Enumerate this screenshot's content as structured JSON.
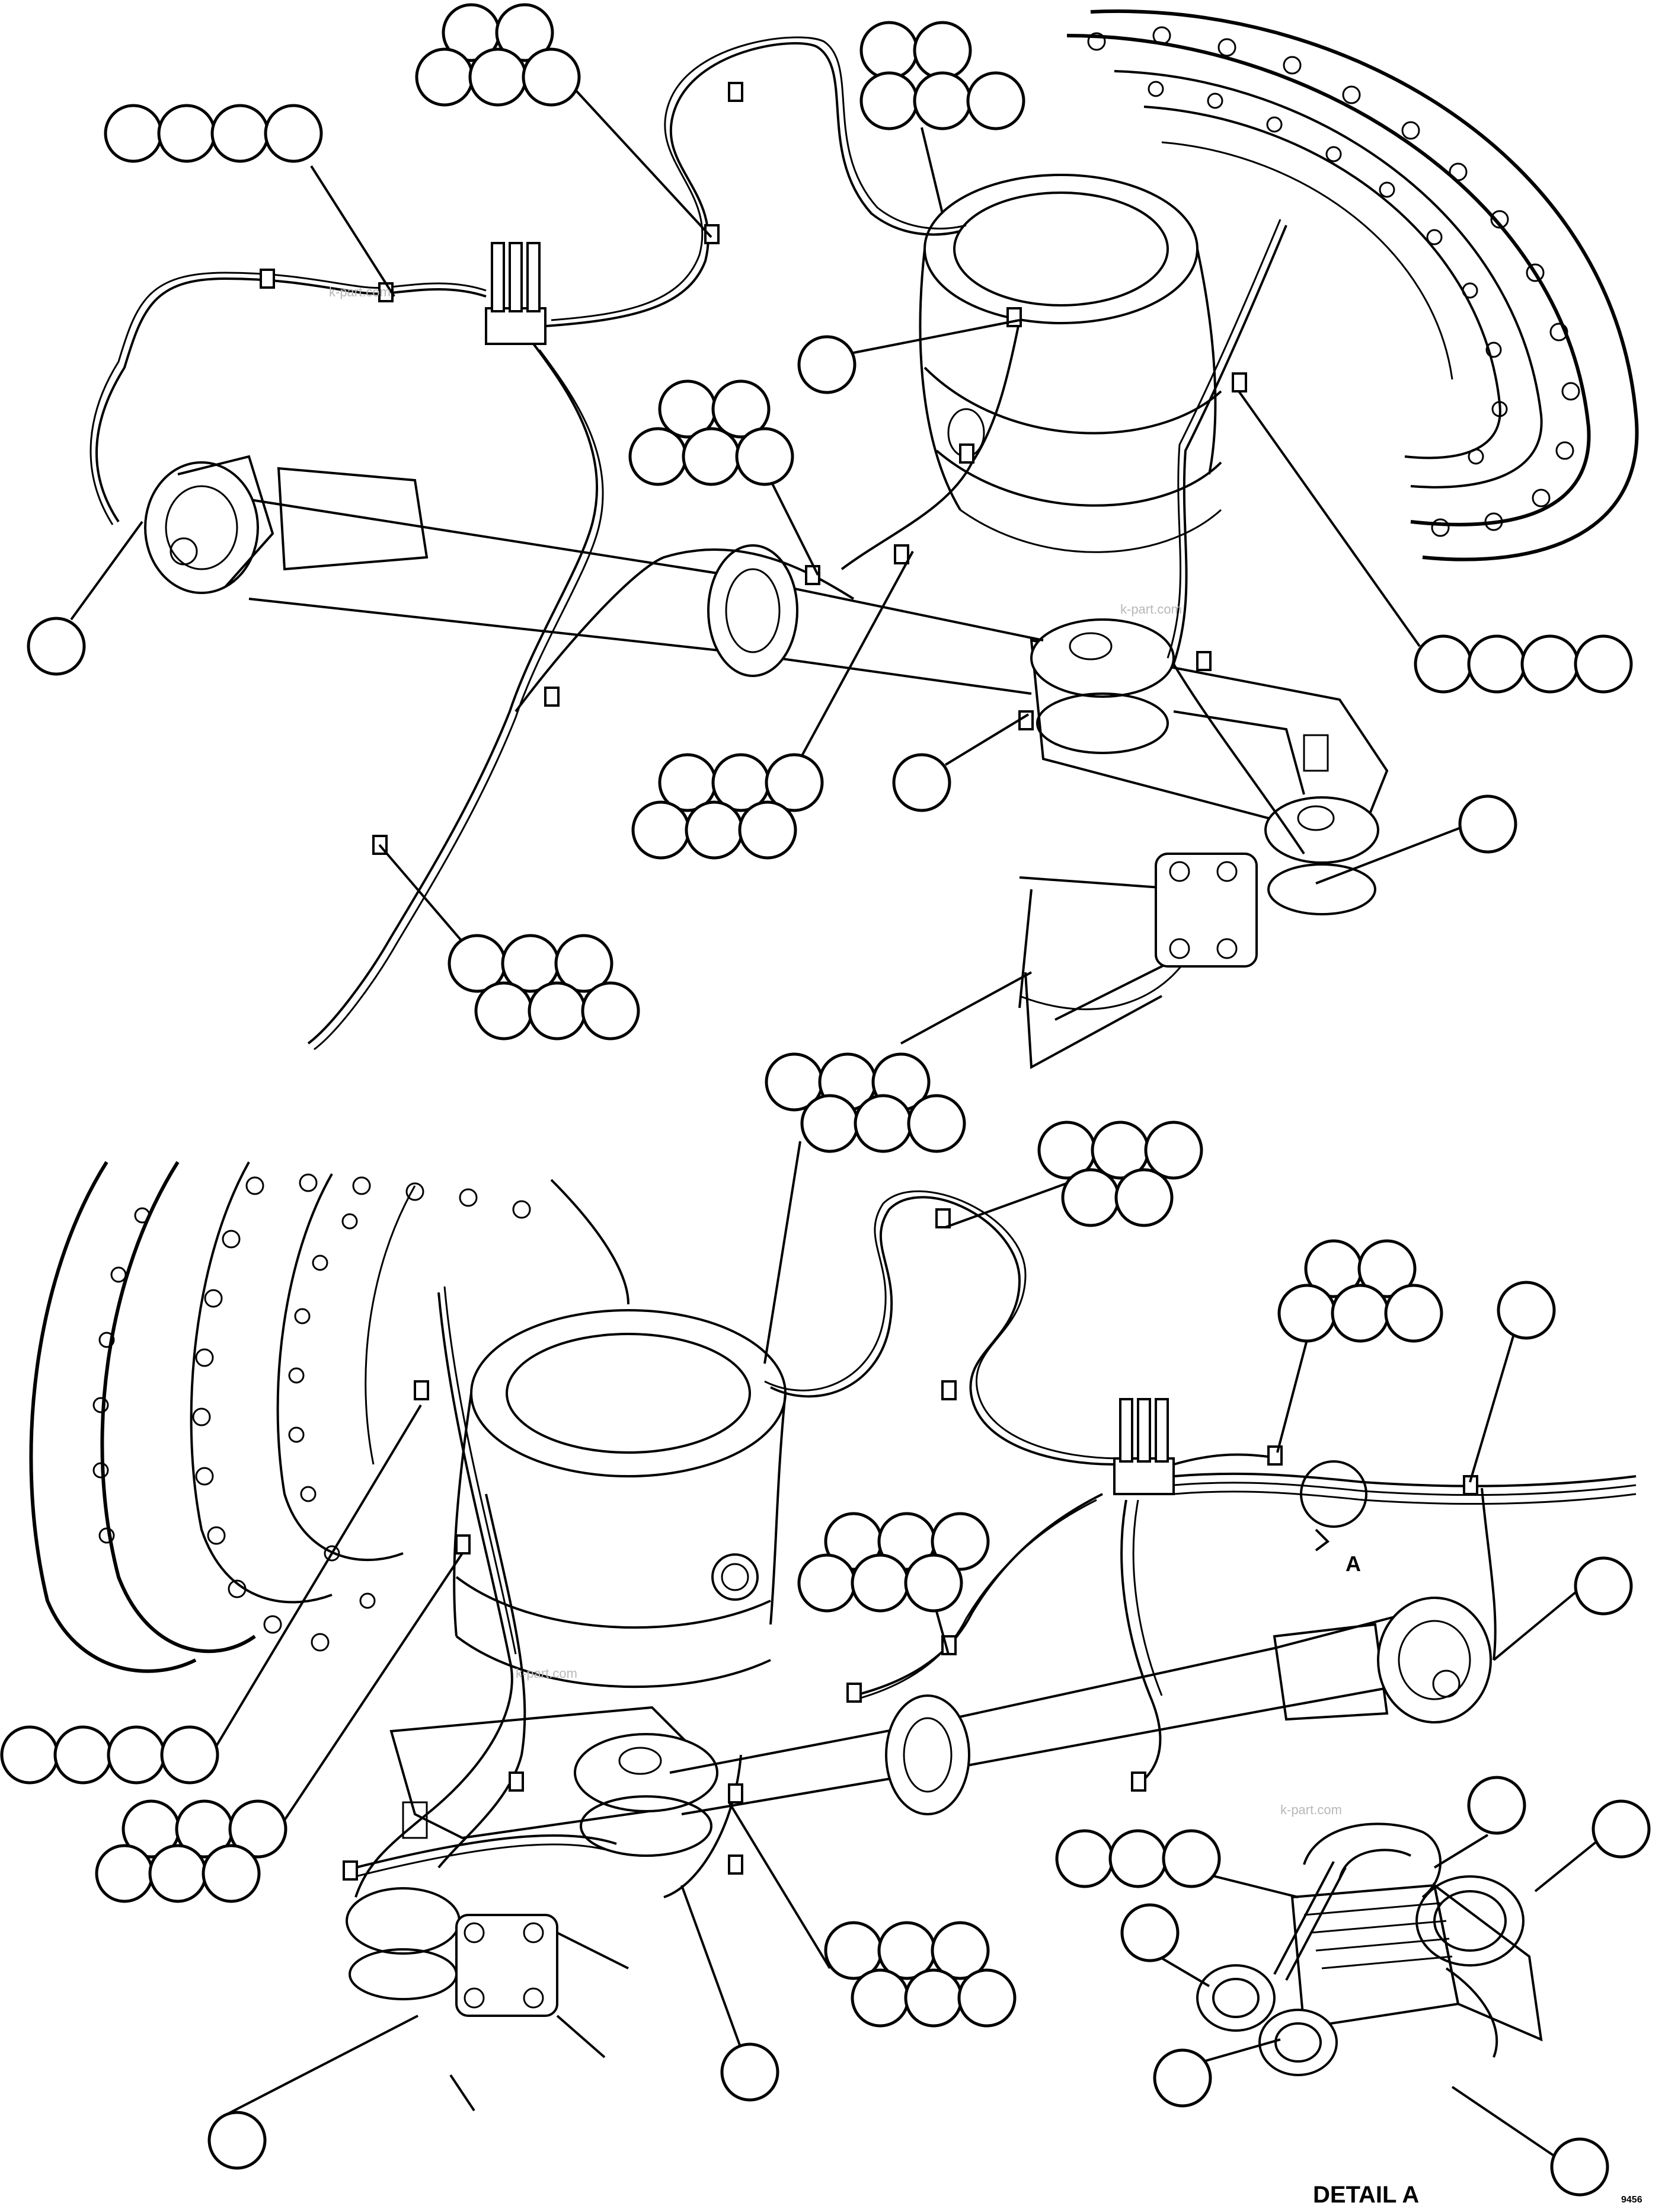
{
  "labels": {
    "detail": "DETAIL A",
    "view_letter": "A",
    "drawing_code": "9456",
    "watermark": "k-part.com"
  }
}
